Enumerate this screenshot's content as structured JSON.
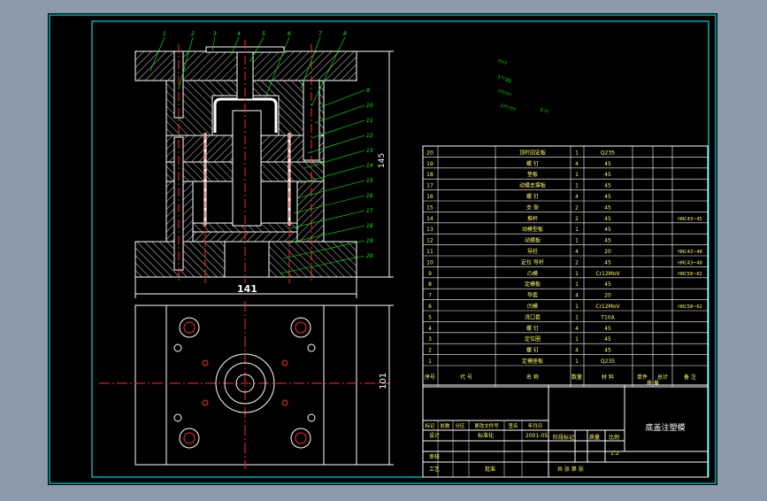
{
  "colors": {
    "background_outer": "#8a9aa8",
    "sheet": "#000000",
    "frame": "#00ffff",
    "part": "#ffffff",
    "hatch": "#d0d0d0",
    "leader": "#00ff00",
    "centerline": "#ff2a2a",
    "yellow": "#ffff66",
    "table_text": "#ffff66",
    "magenta": "#ff66ff"
  },
  "section_view": {
    "leaders": [
      "1",
      "2",
      "3",
      "4",
      "5",
      "6",
      "7",
      "8",
      "9",
      "10",
      "11",
      "12",
      "13",
      "14",
      "15",
      "16",
      "17",
      "18",
      "19",
      "20"
    ],
    "height_dim": "145",
    "width_dim": "141"
  },
  "plan_view": {
    "height_dim": "101"
  },
  "notes": [
    "????",
    "1??:85",
    "??????",
    "1??:???",
    "0.??"
  ],
  "bom": {
    "rows": [
      {
        "no": "20",
        "name": "顶杆固定板",
        "qty": "1",
        "mat": "Q235",
        "std": ""
      },
      {
        "no": "19",
        "name": "螺 钉",
        "qty": "4",
        "mat": "45",
        "std": ""
      },
      {
        "no": "18",
        "name": "垫板",
        "qty": "1",
        "mat": "45",
        "std": ""
      },
      {
        "no": "17",
        "name": "动模支撑板",
        "qty": "1",
        "mat": "45",
        "std": ""
      },
      {
        "no": "16",
        "name": "螺 钉",
        "qty": "4",
        "mat": "45",
        "std": ""
      },
      {
        "no": "15",
        "name": "支 架",
        "qty": "2",
        "mat": "45",
        "std": ""
      },
      {
        "no": "14",
        "name": "推杆",
        "qty": "2",
        "mat": "45",
        "std": "HRC43~45"
      },
      {
        "no": "13",
        "name": "动模型板",
        "qty": "1",
        "mat": "45",
        "std": ""
      },
      {
        "no": "12",
        "name": "动模板",
        "qty": "1",
        "mat": "45",
        "std": ""
      },
      {
        "no": "11",
        "name": "导柱",
        "qty": "4",
        "mat": "20",
        "std": "HRC43~48"
      },
      {
        "no": "10",
        "name": "定位 导杆",
        "qty": "2",
        "mat": "45",
        "std": "HRC43~48"
      },
      {
        "no": "9",
        "name": "凸模",
        "qty": "1",
        "mat": "Cr12MoV",
        "std": "HRC58~62"
      },
      {
        "no": "8",
        "name": "定模板",
        "qty": "1",
        "mat": "45",
        "std": ""
      },
      {
        "no": "7",
        "name": "导套",
        "qty": "4",
        "mat": "20",
        "std": ""
      },
      {
        "no": "6",
        "name": "凹模",
        "qty": "1",
        "mat": "Cr12MoV",
        "std": "HRC58~62"
      },
      {
        "no": "5",
        "name": "浇口套",
        "qty": "1",
        "mat": "T10A",
        "std": ""
      },
      {
        "no": "4",
        "name": "螺 钉",
        "qty": "4",
        "mat": "45",
        "std": ""
      },
      {
        "no": "3",
        "name": "定位圈",
        "qty": "1",
        "mat": "45",
        "std": ""
      },
      {
        "no": "2",
        "name": "螺 钉",
        "qty": "4",
        "mat": "45",
        "std": ""
      },
      {
        "no": "1",
        "name": "定模座板",
        "qty": "1",
        "mat": "Q235",
        "std": ""
      }
    ],
    "header": [
      "序号",
      "代 号",
      "名 称",
      "数量",
      "材 料",
      "单件",
      "总计",
      "备 注"
    ],
    "header_sub": "质 量"
  },
  "title_block": {
    "title": "底盖注塑模",
    "row_labels": [
      "标记",
      "处数",
      "分区",
      "更改文件号",
      "签名",
      "年月日"
    ],
    "designer_label": "设计",
    "designer_std": "标准化",
    "date": "2001-05",
    "stage_label": "阶段标记",
    "weight_label": "质量",
    "scale_label": "比例",
    "scale": "1:2",
    "review": "审核",
    "process": "工艺",
    "approve": "批准",
    "sheet_info": "共 张 第 张"
  }
}
